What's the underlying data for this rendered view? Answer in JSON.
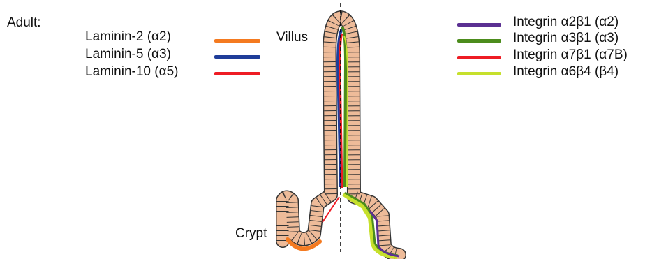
{
  "title": "Adult:",
  "laminin_legend": [
    {
      "label": "Laminin-2 (α2)",
      "color": "#f47a20"
    },
    {
      "label": "Laminin-5 (α3)",
      "color": "#1f3d99"
    },
    {
      "label": "Laminin-10 (α5)",
      "color": "#ee1c24"
    }
  ],
  "integrin_legend": [
    {
      "label": "Integrin α2β1 (α2)",
      "color": "#5b3092"
    },
    {
      "label": "Integrin α3β1 (α3)",
      "color": "#4c8c1c"
    },
    {
      "label": "Integrin α7β1 (α7B)",
      "color": "#ee1c24"
    },
    {
      "label": "Integrin α6β4 (β4)",
      "color": "#c6e02c"
    }
  ],
  "villus_label": "Villus",
  "crypt_label": "Crypt",
  "tissue_colors": {
    "cell_fill": "#eebb99",
    "cell_outline": "#333333"
  }
}
